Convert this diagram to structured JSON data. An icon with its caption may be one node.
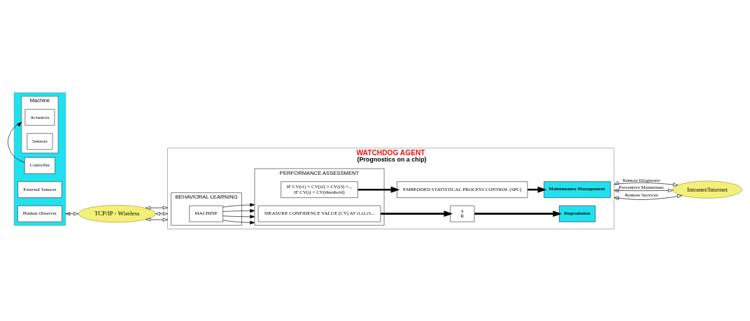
{
  "diagram": {
    "nodes": [
      {
        "text": [],
        "shape": "box"
      },
      {
        "text": [
          "Controller"
        ],
        "in": 0
      },
      {
        "text": [
          "Machine"
        ],
        "in": 0
      },
      {
        "text": [
          "Actuators"
        ],
        "in": 2
      },
      {
        "text": [
          "Sensors"
        ],
        "in": 2
      },
      {
        "text": [
          "External Sensors"
        ],
        "in": 0
      },
      {
        "text": [
          "Human Observer"
        ],
        "in": 0
      },
      {
        "text": [
          "TCP/IP - Wireless"
        ]
      },
      {
        "text": [
          "WATCHDOG AGENT",
          "(Prognostics on a chip)"
        ]
      },
      {
        "text": [
          "BEHAVIORAL LEARNING"
        ],
        "in": 8
      },
      {
        "text": [
          "MACHINE"
        ],
        "in": 9
      },
      {
        "text": [
          "PERFORMANCE ASSESSMENT"
        ],
        "in": 8
      },
      {
        "text": [
          "MEASURE CONFIDENCE VALUE (CV) AT t1,t2,t3..."
        ],
        "in": 11
      },
      {
        "text": [
          "IF CV(t1) > CV(t2) > CV(t3) >...",
          "IF CV(t) < CV(threshold)"
        ],
        "in": 11
      },
      {
        "text": [
          "x̄",
          "R̄"
        ],
        "in": 8
      },
      {
        "text": [
          "EMBEDDED STATISTICAL PROCESS CONTROL (SPC)"
        ],
        "in": 8
      },
      {
        "text": [
          "Degradation"
        ],
        "in": 8
      },
      {
        "text": [
          "Maintenance Management"
        ],
        "in": 8
      },
      {
        "text": [
          "Intranet/Internet"
        ]
      }
    ],
    "edges": [
      {
        "from": 1,
        "to": 2,
        "arrow": "to"
      },
      {
        "from": 0,
        "to": 7,
        "arrow": "both"
      },
      {
        "from": 7,
        "to": 8,
        "arrow": "both"
      },
      {
        "from": 7,
        "to": 8,
        "arrow": "both"
      },
      {
        "from": 7,
        "to": 8,
        "arrow": "both"
      },
      {
        "from": 10,
        "to": 11,
        "arrow": "to"
      },
      {
        "from": 10,
        "to": 11,
        "arrow": "to"
      },
      {
        "from": 10,
        "to": 11,
        "arrow": "to"
      },
      {
        "from": 10,
        "to": 11,
        "arrow": "to"
      },
      {
        "from": 12,
        "to": 14,
        "arrow": "to",
        "style": "thick"
      },
      {
        "from": 13,
        "to": 15,
        "arrow": "to",
        "style": "thick"
      },
      {
        "from": 14,
        "to": 16,
        "arrow": "to",
        "style": "thick"
      },
      {
        "from": 15,
        "to": 17,
        "arrow": "to",
        "style": "thick"
      },
      {
        "from": 8,
        "to": 18,
        "arrow": "both",
        "label": "Remote Diagnostic"
      },
      {
        "from": 8,
        "to": 18,
        "arrow": "both",
        "label": "Preventive Maintenanc"
      },
      {
        "from": 8,
        "to": 18,
        "arrow": "both",
        "label": "Remote Services"
      }
    ]
  }
}
